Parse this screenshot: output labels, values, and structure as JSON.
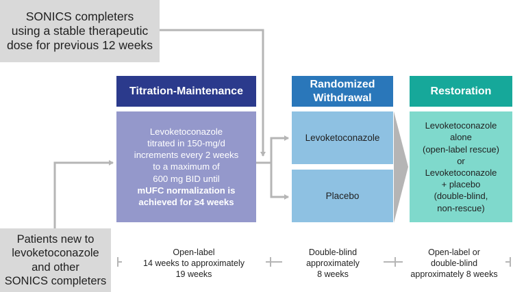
{
  "sources": {
    "stable_completers": [
      "SONICS completers",
      "using a stable therapeutic",
      "dose for previous 12 weeks"
    ],
    "new_patients": [
      "Patients new to",
      "levoketoconazole",
      "and other",
      "SONICS completers"
    ]
  },
  "phases": {
    "titration": {
      "header": "Titration-Maintenance",
      "body_lines": [
        "Levoketoconazole",
        "titrated in 150-mg/d",
        "increments every 2 weeks",
        "to a maximum of",
        "600 mg BID until"
      ],
      "body_bold_lines": [
        "mUFC normalization is",
        "achieved for ≥4 weeks"
      ]
    },
    "withdrawal": {
      "header_lines": [
        "Randomized",
        "Withdrawal"
      ],
      "arm_drug": "Levoketoconazole",
      "arm_placebo": "Placebo"
    },
    "restoration": {
      "header": "Restoration",
      "body_lines": [
        "Levoketoconazole",
        "alone",
        "(open-label rescue)",
        "or",
        "Levoketoconazole",
        "+ placebo",
        "(double-blind,",
        "non-rescue)"
      ]
    }
  },
  "timeline": {
    "titration": [
      "Open-label",
      "14 weeks to approximately",
      "19 weeks"
    ],
    "withdrawal": [
      "Double-blind",
      "approximately",
      "8 weeks"
    ],
    "restoration": [
      "Open-label or",
      "double-blind",
      "approximately 8 weeks"
    ]
  },
  "colors": {
    "titration_header": "#2b3a8c",
    "titration_body": "#9498cb",
    "withdrawal_header": "#2a77ba",
    "withdrawal_body": "#8ec1e2",
    "restoration_header": "#16a89a",
    "restoration_body": "#7fd9cc",
    "source_box": "#d9d9d9",
    "connector": "#b5b5b5"
  }
}
